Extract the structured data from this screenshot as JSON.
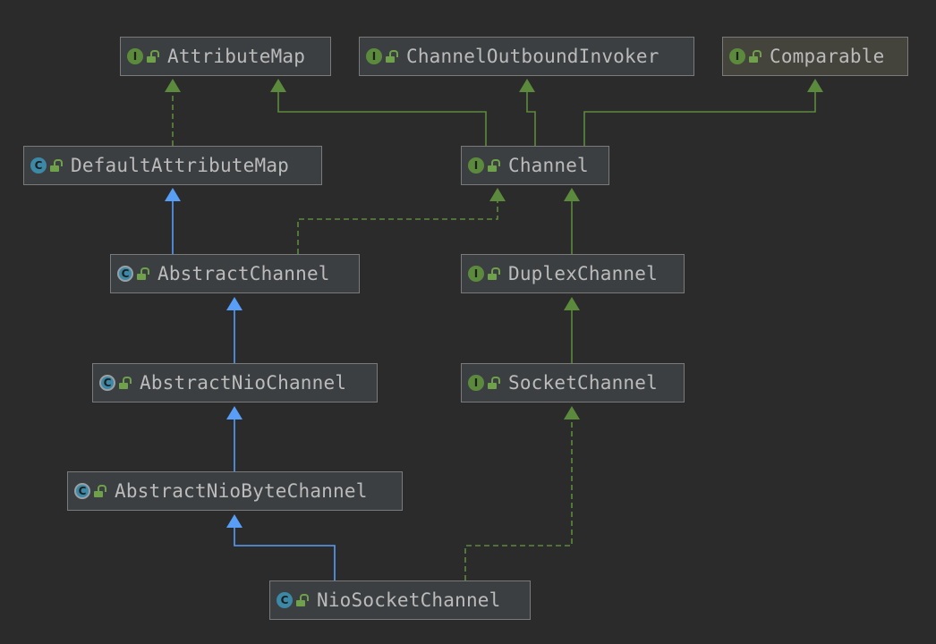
{
  "nodes": {
    "attribute_map": {
      "name": "AttributeMap",
      "kind": "interface",
      "badge": "I"
    },
    "channel_outbound_invoker": {
      "name": "ChannelOutboundInvoker",
      "kind": "interface",
      "badge": "I"
    },
    "comparable": {
      "name": "Comparable",
      "kind": "interface",
      "badge": "I"
    },
    "default_attribute_map": {
      "name": "DefaultAttributeMap",
      "kind": "class",
      "badge": "C"
    },
    "channel": {
      "name": "Channel",
      "kind": "interface",
      "badge": "I"
    },
    "abstract_channel": {
      "name": "AbstractChannel",
      "kind": "abstract-class",
      "badge": "C"
    },
    "duplex_channel": {
      "name": "DuplexChannel",
      "kind": "interface",
      "badge": "I"
    },
    "abstract_nio_channel": {
      "name": "AbstractNioChannel",
      "kind": "abstract-class",
      "badge": "C"
    },
    "socket_channel": {
      "name": "SocketChannel",
      "kind": "interface",
      "badge": "I"
    },
    "abstract_nio_byte_channel": {
      "name": "AbstractNioByteChannel",
      "kind": "abstract-class",
      "badge": "C"
    },
    "nio_socket_channel": {
      "name": "NioSocketChannel",
      "kind": "class",
      "badge": "C"
    }
  },
  "relations": [
    {
      "from": "default_attribute_map",
      "to": "attribute_map",
      "type": "implements"
    },
    {
      "from": "channel",
      "to": "attribute_map",
      "type": "interface-extends"
    },
    {
      "from": "channel",
      "to": "channel_outbound_invoker",
      "type": "interface-extends"
    },
    {
      "from": "channel",
      "to": "comparable",
      "type": "interface-extends"
    },
    {
      "from": "abstract_channel",
      "to": "default_attribute_map",
      "type": "extends"
    },
    {
      "from": "abstract_channel",
      "to": "channel",
      "type": "implements"
    },
    {
      "from": "duplex_channel",
      "to": "channel",
      "type": "interface-extends"
    },
    {
      "from": "abstract_nio_channel",
      "to": "abstract_channel",
      "type": "extends"
    },
    {
      "from": "socket_channel",
      "to": "duplex_channel",
      "type": "interface-extends"
    },
    {
      "from": "abstract_nio_byte_channel",
      "to": "abstract_nio_channel",
      "type": "extends"
    },
    {
      "from": "nio_socket_channel",
      "to": "abstract_nio_byte_channel",
      "type": "extends"
    },
    {
      "from": "nio_socket_channel",
      "to": "socket_channel",
      "type": "implements"
    }
  ],
  "colors": {
    "background": "#2b2b2b",
    "node_fill": "#3c3f41",
    "node_border": "#7a7a7a",
    "text": "#bbbbbb",
    "class_extends": "#589df6",
    "interface_relation": "#5c8a3c"
  }
}
